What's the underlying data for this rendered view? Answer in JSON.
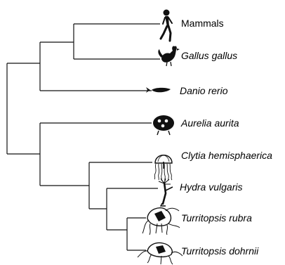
{
  "tree": {
    "taxa": [
      {
        "label": "Mammals",
        "italic": false,
        "icon": "human-silhouette-icon"
      },
      {
        "label": "Gallus gallus",
        "italic": true,
        "icon": "rooster-silhouette-icon"
      },
      {
        "label": "Danio rerio",
        "italic": true,
        "icon": "fish-silhouette-icon"
      },
      {
        "label": "Aurelia aurita",
        "italic": true,
        "icon": "moon-jellyfish-silhouette-icon"
      },
      {
        "label": "Clytia hemisphaerica",
        "italic": true,
        "icon": "hydromedusa-silhouette-icon"
      },
      {
        "label": "Hydra vulgaris",
        "italic": true,
        "icon": "hydra-polyp-silhouette-icon"
      },
      {
        "label": "Turritopsis rubra",
        "italic": true,
        "icon": "turritopsis-medusa-silhouette-icon"
      },
      {
        "label": "Turritopsis dohrnii",
        "italic": true,
        "icon": "turritopsis-medusa-silhouette-icon"
      }
    ],
    "colors": {
      "branch": "#111111",
      "silhouette": "#111111",
      "label": "#000000"
    }
  }
}
